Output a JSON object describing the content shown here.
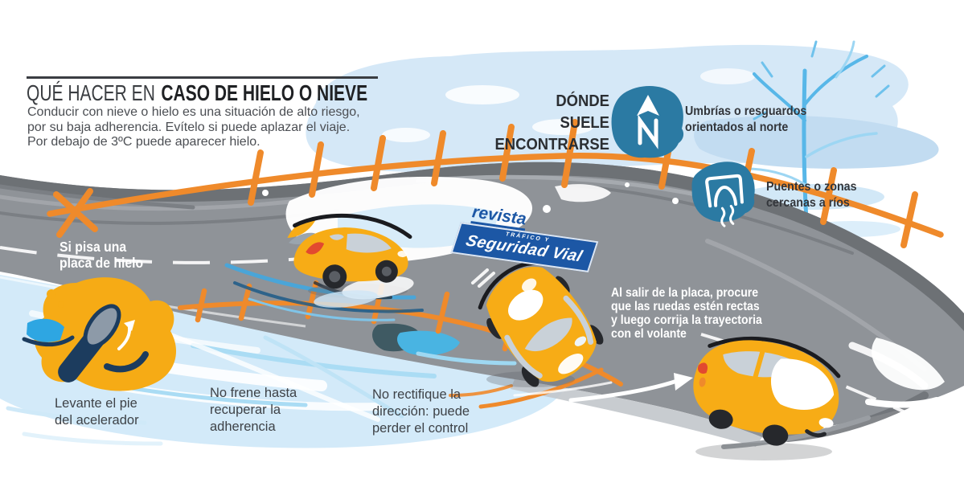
{
  "header": {
    "title_light": "QUÉ HACER EN",
    "title_bold": "CASO DE HIELO O NIEVE",
    "subtitle": "Conducir con nieve o hielo es una situación de alto riesgo,\npor su baja adherencia. Evítelo si puede aplazar el viaje.\nPor debajo de 3ºC puede aparecer hielo."
  },
  "where_section": {
    "heading": "DÓNDE\nSUELE ENCONTRARSE",
    "items": [
      {
        "icon": "compass-north-icon",
        "label": "Umbrías o resguardos\norientados al norte"
      },
      {
        "icon": "bridge-river-icon",
        "label": "Puentes o zonas\ncercanas a ríos"
      }
    ]
  },
  "sequence": {
    "trigger": "Si pisa una\nplaca de hielo",
    "steps": [
      "Levante el pie\ndel acelerador",
      "No frene hasta\nrecuperar la\nadherencia",
      "No rectifique la\ndirección: puede\nperder el control",
      "Al salir de la placa, procure\nque las ruedas estén rectas\ny luego corrija la trayectoria\ncon el volante"
    ]
  },
  "logo": {
    "top": "revista",
    "middle": "TRÁFICO Y",
    "bottom": "Seguridad Vial"
  },
  "colors": {
    "car_yellow": "#f7ac16",
    "road_gray": "#8f9398",
    "accent_orange": "#ef8a2b",
    "icon_teal": "#2b7aa3",
    "sky_blue": "#d5e8f7",
    "ice_blue": "#d3eaf9",
    "logo_blue": "#1c57a5",
    "alert_navy": "#1c3c5e",
    "text_dark": "#3a3d42",
    "text_white": "#ffffff"
  }
}
